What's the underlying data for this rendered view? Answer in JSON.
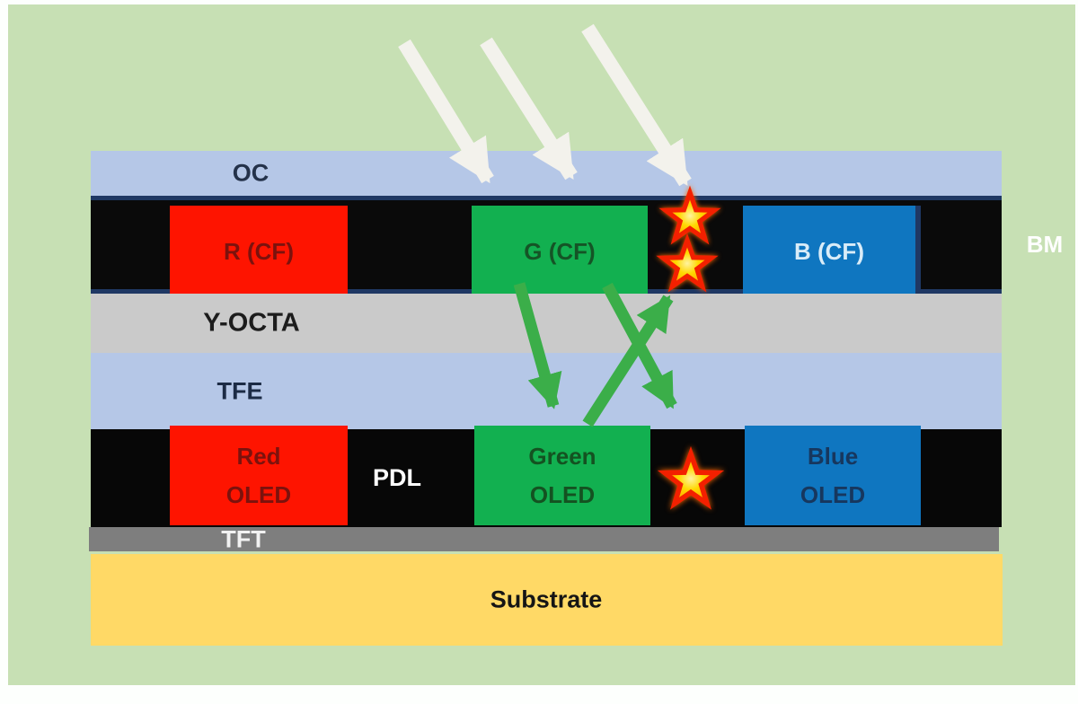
{
  "figure": {
    "layers": {
      "oc": "OC",
      "y_octa": "Y-OCTA",
      "tfe": "TFE",
      "tft": "TFT",
      "substrate": "Substrate"
    },
    "color_filter_row": {
      "red": "R (CF)",
      "green": "G (CF)",
      "blue": "B (CF)",
      "black_matrix": "BM"
    },
    "oled_row": {
      "red": {
        "line1": "Red",
        "line2": "OLED"
      },
      "pdl": "PDL",
      "green": {
        "line1": "Green",
        "line2": "OLED"
      },
      "blue": {
        "line1": "Blue",
        "line2": "OLED"
      }
    }
  },
  "icons": {
    "incident_light_arrows": "white-diagonal-arrow-x3",
    "stray_light_arrows": "green-diagonal-arrow-x3",
    "leakage_points": "red-outline-yellow-star-x3"
  },
  "colors": {
    "panel_background": "#c7e0b4",
    "oc_tfe_layer": "#b5c7e7",
    "cf_row_border": "#1f3864",
    "black_matrix": "#0a0a0a",
    "red_block": "#fe1400",
    "green_block": "#12b050",
    "blue_block": "#0f76c0",
    "y_octa_layer": "#cacaca",
    "tft_layer": "#7e7e7e",
    "substrate_layer": "#ffd966",
    "white_arrow": "#f3f2ec",
    "green_arrow": "#3bae49",
    "star_fill": "#ffd800",
    "star_outline": "#f32000"
  }
}
